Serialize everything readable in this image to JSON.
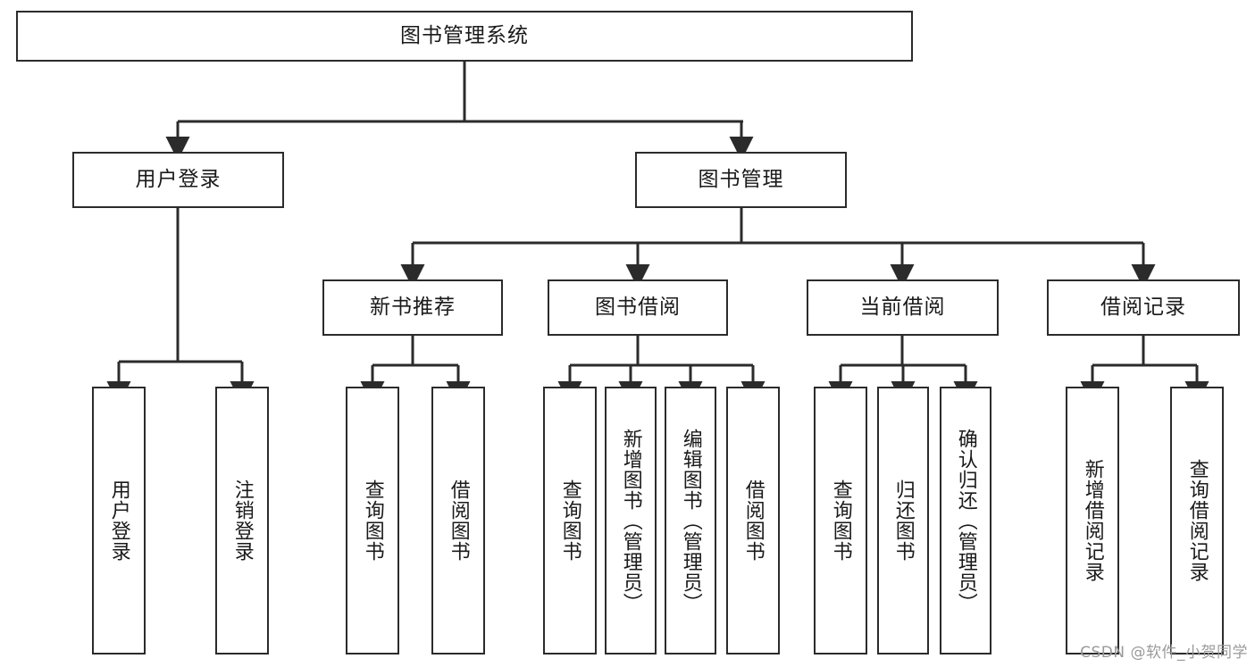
{
  "diagram": {
    "title": "图书管理系统",
    "type": "tree-hierarchy-diagram",
    "watermark": "CSDN @软件_小贺同学",
    "colors": {
      "box_border": "#2b2b2b",
      "box_fill": "#ffffff",
      "edge": "#2b2b2b",
      "text": "#1a1a1a",
      "watermark": "#9a9a9a",
      "background": "#ffffff"
    },
    "levels": {
      "root": {
        "label": "图书管理系统"
      },
      "level2": [
        {
          "id": "user-login",
          "label": "用户登录"
        },
        {
          "id": "book-management",
          "label": "图书管理"
        }
      ],
      "level3": [
        {
          "id": "new-book-recommend",
          "label": "新书推荐",
          "parent": "book-management"
        },
        {
          "id": "book-borrow",
          "label": "图书借阅",
          "parent": "book-management"
        },
        {
          "id": "current-borrow",
          "label": "当前借阅",
          "parent": "book-management"
        },
        {
          "id": "borrow-record",
          "label": "借阅记录",
          "parent": "book-management"
        }
      ],
      "leaves": [
        {
          "id": "leaf-user-login",
          "label": "用户登录",
          "parent": "user-login"
        },
        {
          "id": "leaf-logout-login",
          "label": "注销登录",
          "parent": "user-login"
        },
        {
          "id": "leaf-query-book-1",
          "label": "查询图书",
          "parent": "new-book-recommend"
        },
        {
          "id": "leaf-borrow-book-1",
          "label": "借阅图书",
          "parent": "new-book-recommend"
        },
        {
          "id": "leaf-query-book-2",
          "label": "查询图书",
          "parent": "book-borrow"
        },
        {
          "id": "leaf-add-book",
          "label": "新增图书（管理员）",
          "parent": "book-borrow"
        },
        {
          "id": "leaf-edit-book",
          "label": "编辑图书（管理员）",
          "parent": "book-borrow"
        },
        {
          "id": "leaf-borrow-book-2",
          "label": "借阅图书",
          "parent": "book-borrow"
        },
        {
          "id": "leaf-query-book-3",
          "label": "查询图书",
          "parent": "current-borrow"
        },
        {
          "id": "leaf-return-book",
          "label": "归还图书",
          "parent": "current-borrow"
        },
        {
          "id": "leaf-confirm-return",
          "label": "确认归还（管理员）",
          "parent": "current-borrow"
        },
        {
          "id": "leaf-add-record",
          "label": "新增借阅记录",
          "parent": "borrow-record"
        },
        {
          "id": "leaf-query-record",
          "label": "查询借阅记录",
          "parent": "borrow-record"
        }
      ]
    }
  }
}
